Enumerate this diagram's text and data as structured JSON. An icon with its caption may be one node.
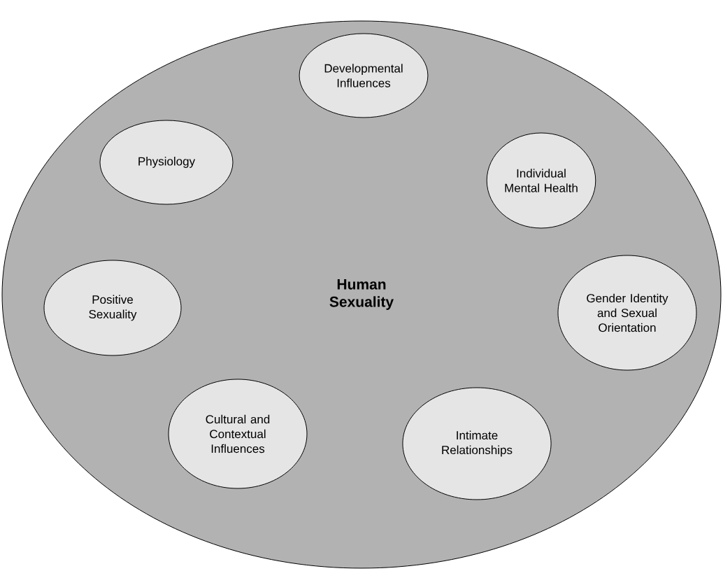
{
  "diagram": {
    "nodes": [
      {
        "text": [
          "Human Sexuality"
        ]
      },
      {
        "text": [
          "Developmental Influences"
        ],
        "in": 0
      },
      {
        "text": [
          "Physiology"
        ],
        "in": 0
      },
      {
        "text": [
          "Individual Mental Health"
        ],
        "in": 0
      },
      {
        "text": [
          "Positive Sexuality"
        ],
        "in": 0
      },
      {
        "text": [
          "Gender Identity and Sexual Orientation"
        ],
        "in": 0
      },
      {
        "text": [
          "Cultural and Contextual Influences"
        ],
        "in": 0
      },
      {
        "text": [
          "Intimate Relationships"
        ],
        "in": 0
      }
    ]
  }
}
